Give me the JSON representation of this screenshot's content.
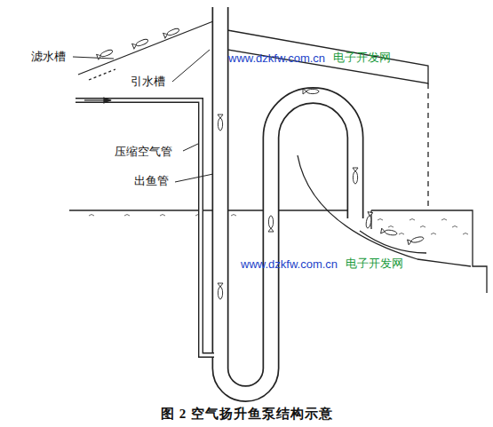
{
  "diagram": {
    "caption": "图 2    空气扬升鱼泵结构示意",
    "labels": [
      "滤水槽",
      "引水槽",
      "压缩空气管",
      "出鱼管",
      "www.dzkfw.com.cn",
      "电子开发网",
      "www.dzkfw.com.cn",
      "电子开发网"
    ]
  }
}
